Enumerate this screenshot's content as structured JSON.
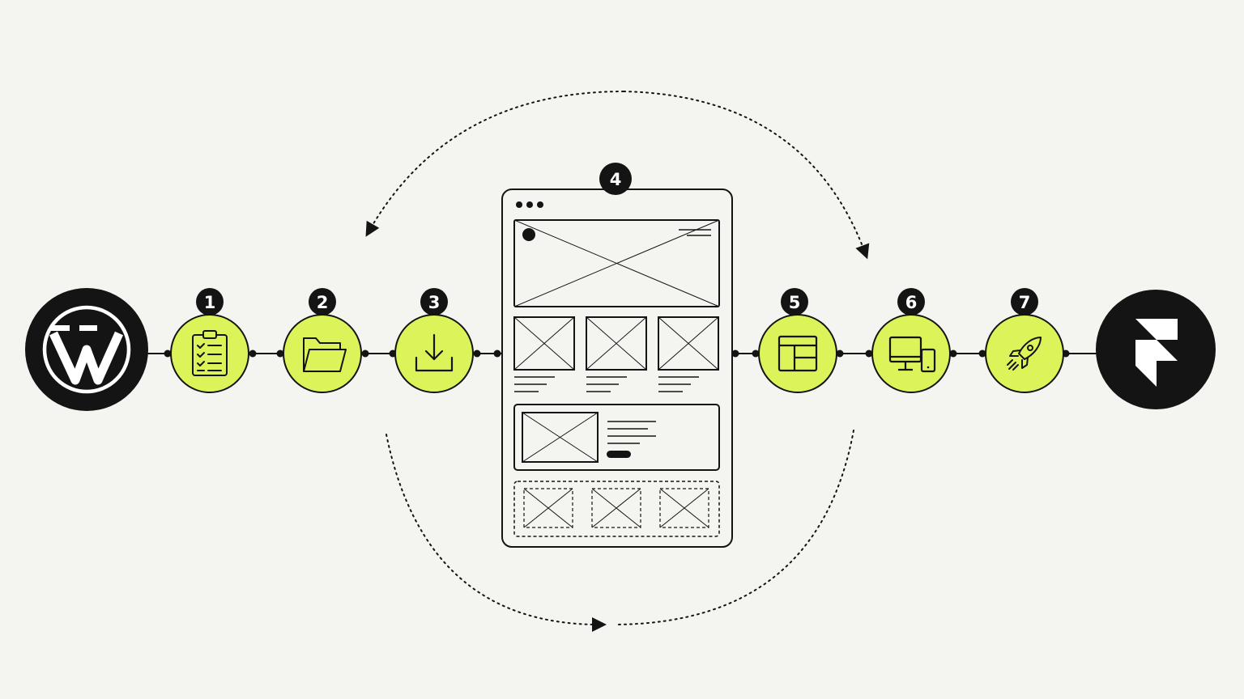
{
  "colors": {
    "background": "#f4f4f1",
    "accent": "#dcf35a",
    "ink": "#141414",
    "badge_text": "#ffffff"
  },
  "endpoints": {
    "source": {
      "icon": "wordpress-logo-icon"
    },
    "target": {
      "icon": "framer-logo-icon"
    }
  },
  "steps": [
    {
      "number": "1",
      "icon": "clipboard-checklist-icon"
    },
    {
      "number": "2",
      "icon": "folder-icon"
    },
    {
      "number": "3",
      "icon": "download-icon"
    },
    {
      "number": "4",
      "icon": "page-wireframe-icon"
    },
    {
      "number": "5",
      "icon": "layout-icon"
    },
    {
      "number": "6",
      "icon": "devices-icon"
    },
    {
      "number": "7",
      "icon": "rocket-icon"
    }
  ]
}
